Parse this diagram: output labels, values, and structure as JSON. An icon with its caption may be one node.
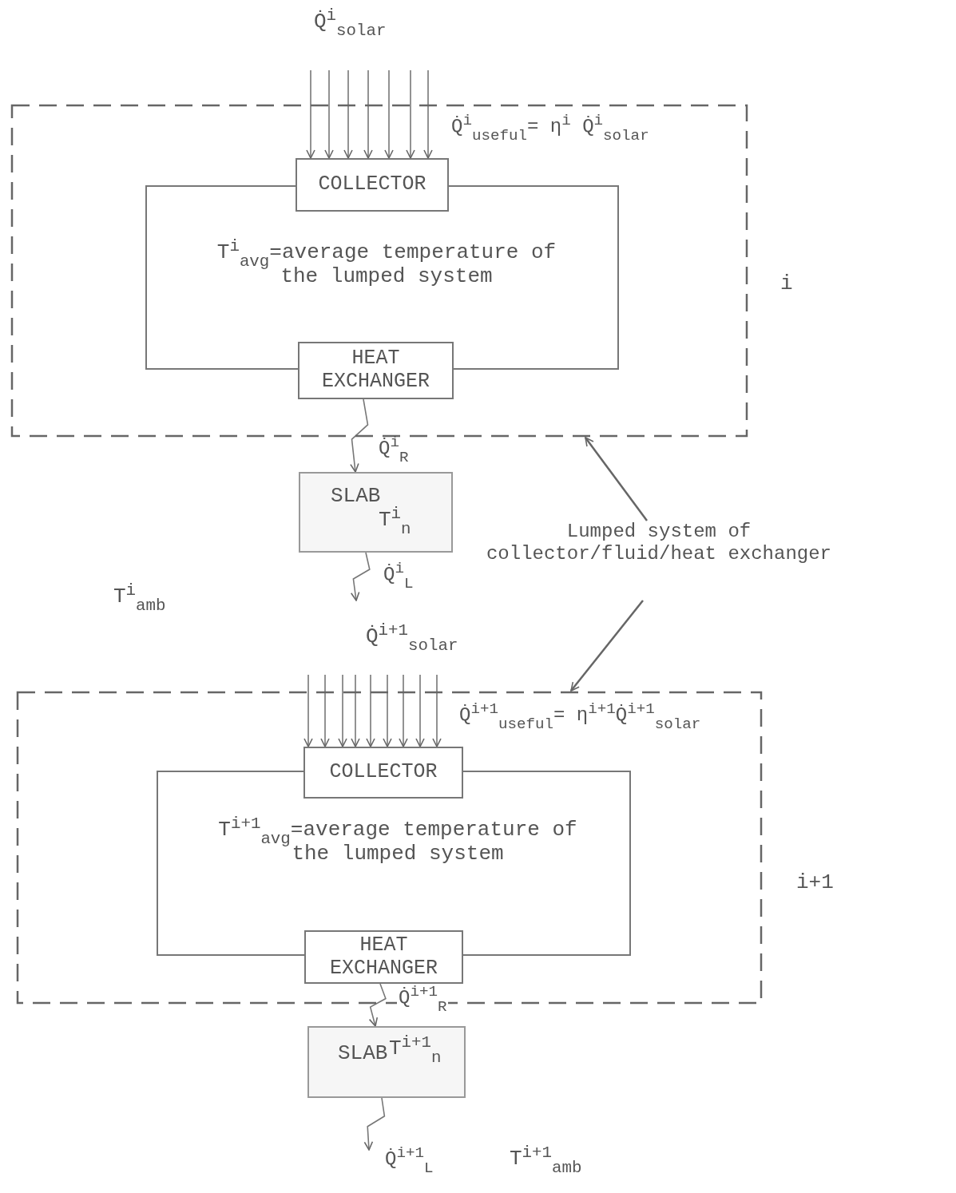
{
  "diagram": {
    "nodes": [
      {
        "text": [],
        "shape": "box",
        "beside": [
          "i"
        ]
      },
      {
        "text": [
          "T$^{i}$$_{avg}$=average temperature of the lumped system"
        ],
        "in": 0
      },
      {
        "text": [
          "COLLECTOR"
        ],
        "in": 0
      },
      {
        "text": [
          "HEAT EXCHANGER"
        ],
        "in": 0
      },
      {
        "text": [
          "SLAB",
          "T$^{i}$$_{n}$"
        ]
      },
      {
        "text": [],
        "shape": "box",
        "beside": [
          "i+1"
        ]
      },
      {
        "text": [
          "T$^{i+1}$$_{avg}$=average temperature of the lumped system"
        ],
        "in": 5
      },
      {
        "text": [
          "COLLECTOR"
        ],
        "in": 5
      },
      {
        "text": [
          "HEAT EXCHANGER"
        ],
        "in": 5
      },
      {
        "text": [
          "SLAB",
          "T$^{i+1}$$_{n}$"
        ]
      },
      {
        "text": [
          "Lumped system of collector/fluid/heat exchanger"
        ]
      }
    ],
    "edges": [
      {
        "from": null,
        "to": 2,
        "arrow": "to"
      },
      {
        "from": null,
        "to": 2,
        "arrow": "to"
      },
      {
        "from": null,
        "to": 2,
        "arrow": "to"
      },
      {
        "from": null,
        "to": 2,
        "arrow": "to"
      },
      {
        "from": null,
        "to": 2,
        "arrow": "to"
      },
      {
        "from": null,
        "to": 2,
        "arrow": "to"
      },
      {
        "from": null,
        "to": 2,
        "arrow": "to"
      },
      {
        "from": 3,
        "to": 4,
        "arrow": "to",
        "label": "Q̇$^{i}$$_{R}$"
      },
      {
        "from": 4,
        "to": null,
        "arrow": "to",
        "label": "Q̇$^{i}$$_{L}$"
      },
      {
        "from": 10,
        "to": 0,
        "arrow": "to"
      },
      {
        "from": 10,
        "to": 5,
        "arrow": "to"
      },
      {
        "from": null,
        "to": 7,
        "arrow": "to"
      },
      {
        "from": null,
        "to": 7,
        "arrow": "to"
      },
      {
        "from": null,
        "to": 7,
        "arrow": "to"
      },
      {
        "from": null,
        "to": 7,
        "arrow": "to"
      },
      {
        "from": null,
        "to": 7,
        "arrow": "to"
      },
      {
        "from": null,
        "to": 7,
        "arrow": "to"
      },
      {
        "from": null,
        "to": 7,
        "arrow": "to"
      },
      {
        "from": null,
        "to": 7,
        "arrow": "to"
      },
      {
        "from": null,
        "to": 7,
        "arrow": "to"
      },
      {
        "from": 8,
        "to": 9,
        "arrow": "to",
        "label": "Q̇$^{i+1}$$_{R}$"
      },
      {
        "from": 9,
        "to": null,
        "arrow": "to",
        "label": "Q̇$^{i+1}$$_{L}$"
      }
    ],
    "labels": [
      "Q̇$^{i}$$_{solar}$",
      "Q̇$^{i}$$_{useful}$= η$^{i}$ Q̇$^{i}$$_{solar}$",
      "T$^{i}$$_{amb}$",
      "Q̇$^{i+1}$$_{solar}$",
      "Q̇$^{i+1}$$_{useful}$= η$^{i+1}$Q̇$^{i+1}$$_{solar}$",
      "T$^{i+1}$$_{amb}$"
    ]
  }
}
